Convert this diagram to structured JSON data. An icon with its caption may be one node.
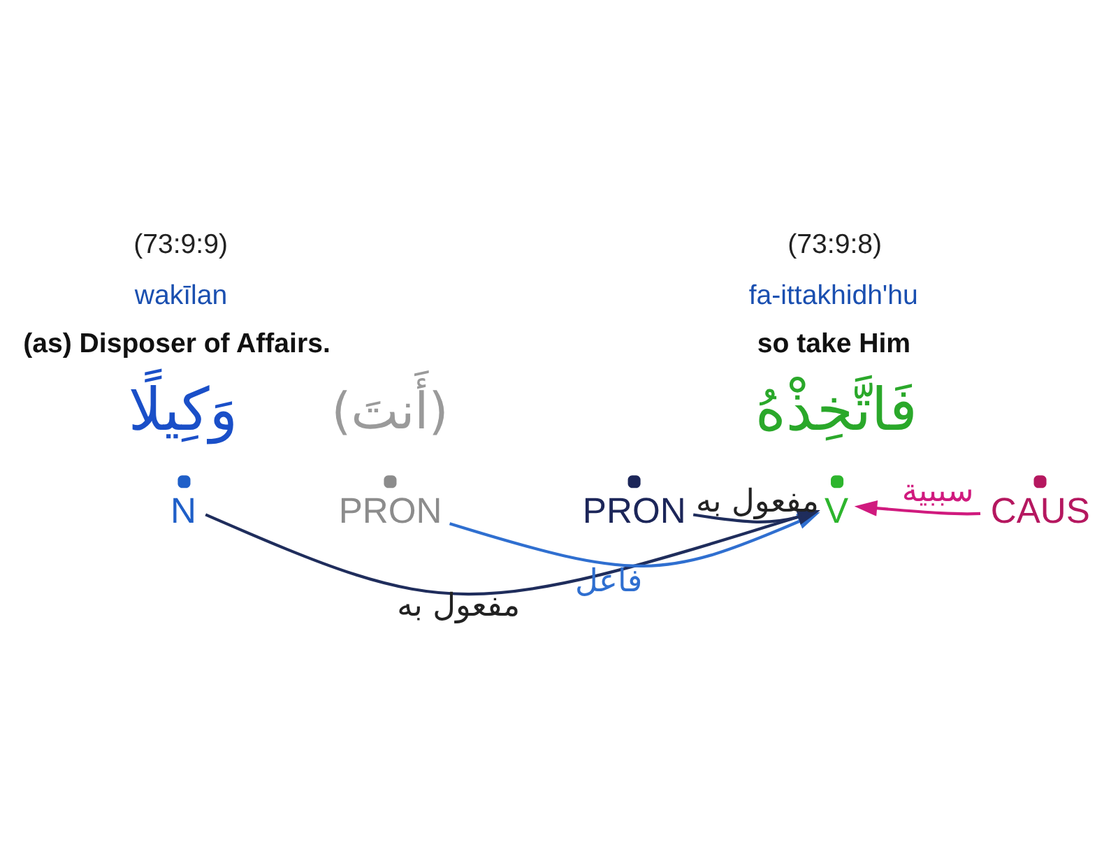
{
  "diagram": {
    "nodes": [
      {
        "text": [
          "N"
        ]
      },
      {
        "text": [
          "PRON"
        ]
      },
      {
        "text": [
          "PRON"
        ]
      },
      {
        "text": [
          "V"
        ]
      },
      {
        "text": [
          "CAUS"
        ]
      }
    ],
    "edges": [
      {
        "from": 0,
        "to": 3,
        "arrow": "to",
        "label": "مفعول به"
      },
      {
        "from": 1,
        "to": 3,
        "arrow": "to",
        "label": "فاعل",
        "color": "#2f6fd0"
      },
      {
        "from": 2,
        "to": 3,
        "arrow": "to",
        "label": "مفعول به"
      },
      {
        "from": 4,
        "to": 3,
        "arrow": "to",
        "label": "سببية",
        "color": "#d01a7e"
      }
    ],
    "labels": [
      "(73:9:9)",
      "wakīlan",
      "(as) Disposer of Affairs.",
      "(73:9:8)",
      "fa-ittakhidh'hu",
      "so take Him",
      "وَكِيلًا",
      "(أَنتَ)",
      "فَاتَّخِذْهُ"
    ]
  }
}
